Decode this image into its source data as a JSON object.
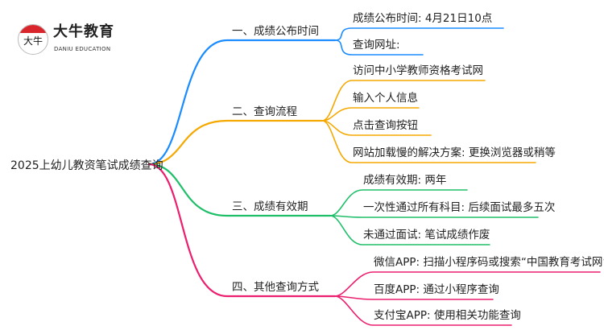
{
  "logo": {
    "brand": "大牛教育",
    "sub": "DANIU EDUCATION",
    "glyph": "大牛"
  },
  "root": "2025上幼儿教资笔试成绩查询",
  "branches": [
    {
      "label": "一、成绩公布时间",
      "color": "#1a8cff",
      "children": [
        "成绩公布时间: 4月21日10点",
        "查询网址:"
      ]
    },
    {
      "label": "二、查询流程",
      "color": "#f5a800",
      "children": [
        "访问中小学教师资格考试网",
        "输入个人信息",
        "点击查询按钮",
        "网站加载慢的解决方案: 更换浏览器或稍等"
      ]
    },
    {
      "label": "三、成绩有效期",
      "color": "#1fbf6a",
      "children": [
        "成绩有效期: 两年",
        "一次性通过所有科目: 后续面试最多五次",
        "未通过面试: 笔试成绩作废"
      ]
    },
    {
      "label": "四、其他查询方式",
      "color": "#ec1f6e",
      "children": [
        "微信APP: 扫描小程序码或搜索“中国教育考试网”",
        "百度APP: 通过小程序查询",
        "支付宝APP: 使用相关功能查询"
      ]
    }
  ]
}
